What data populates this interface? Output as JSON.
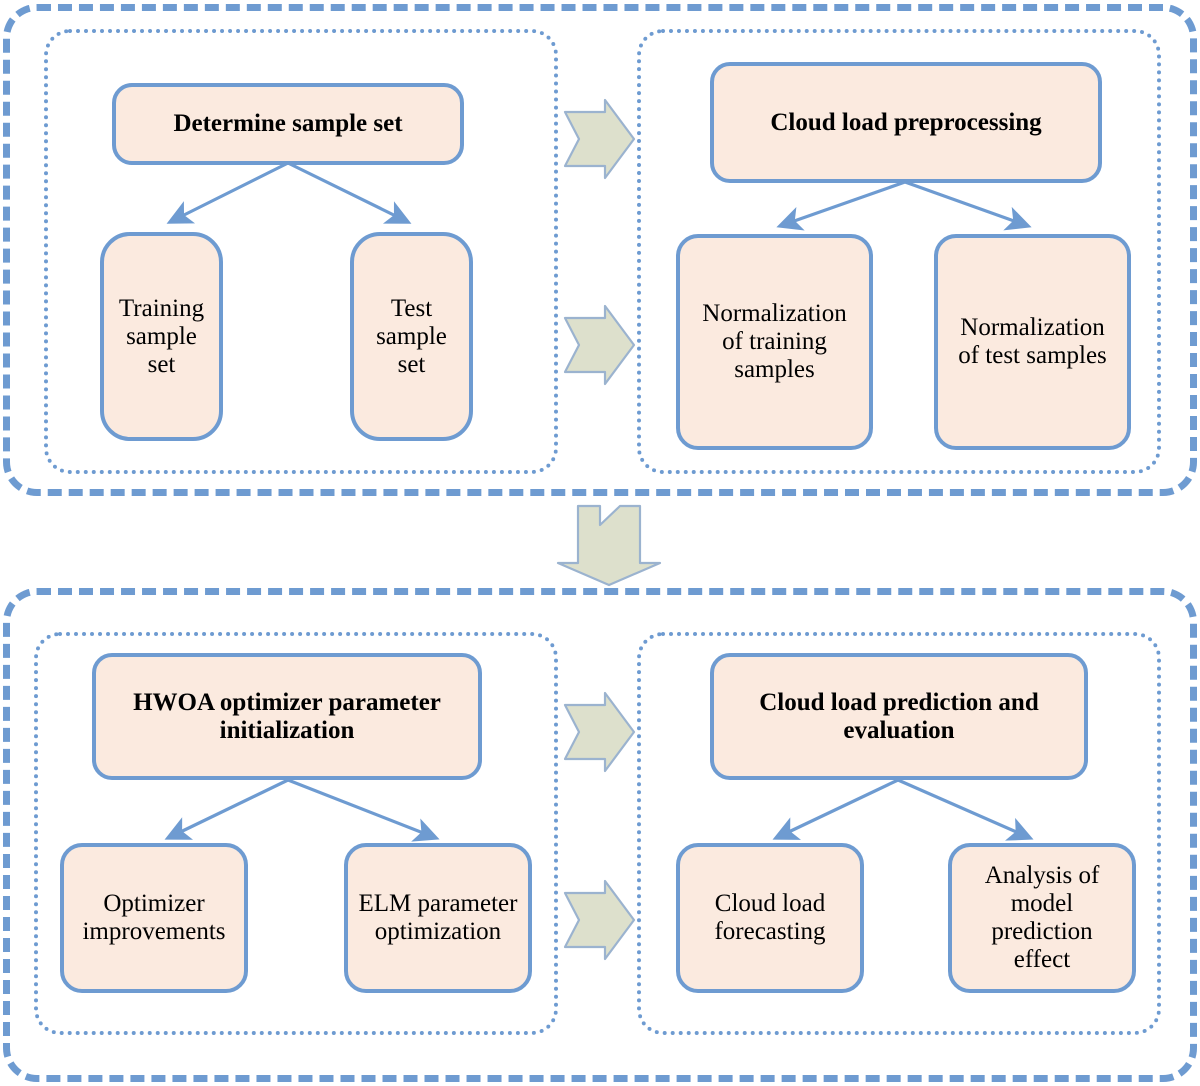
{
  "figure": {
    "type": "flowchart",
    "title": "Cloud load prediction framework flow diagram",
    "colors": {
      "box_fill": "#fbeadf",
      "box_border": "#6e9bd1",
      "panel_border": "#6e9bd1",
      "connector_fill": "#dde0cc",
      "connector_stroke": "#9bb3cf",
      "arrow_stroke": "#6e9bd1",
      "text": "#000000",
      "background": "#ffffff"
    }
  },
  "groups": [
    {
      "id": "group-top",
      "panels": [
        {
          "id": "panel-sample-set",
          "header": {
            "label": "Determine sample set"
          },
          "leaves": [
            {
              "label": "Training\nsample\nset"
            },
            {
              "label": "Test\nsample\nset"
            }
          ]
        },
        {
          "id": "panel-preprocessing",
          "header": {
            "label": "Cloud load preprocessing"
          },
          "leaves": [
            {
              "label": "Normalization\nof training\nsamples"
            },
            {
              "label": "Normalization\nof test samples"
            }
          ]
        }
      ]
    },
    {
      "id": "group-bottom",
      "panels": [
        {
          "id": "panel-hwoa",
          "header": {
            "label": "HWOA optimizer parameter\ninitialization"
          },
          "leaves": [
            {
              "label": "Optimizer\nimprovements"
            },
            {
              "label": "ELM parameter\noptimization"
            }
          ]
        },
        {
          "id": "panel-prediction",
          "header": {
            "label": "Cloud load prediction and\nevaluation"
          },
          "leaves": [
            {
              "label": "Cloud load\nforecasting"
            },
            {
              "label": "Analysis of\nmodel\nprediction\neffect"
            }
          ]
        }
      ]
    }
  ],
  "connectors": [
    {
      "id": "conn-top-header",
      "kind": "notched-arrow-right",
      "from": "Determine sample set",
      "to": "Cloud load preprocessing"
    },
    {
      "id": "conn-top-leaf",
      "kind": "notched-arrow-right",
      "from": "Training/Test sample set",
      "to": "Normalization of samples"
    },
    {
      "id": "conn-group-vertical",
      "kind": "chevron-arrow-down",
      "from": "group-top",
      "to": "group-bottom"
    },
    {
      "id": "conn-bottom-header",
      "kind": "notched-arrow-right",
      "from": "HWOA optimizer parameter initialization",
      "to": "Cloud load prediction and evaluation"
    },
    {
      "id": "conn-bottom-leaf",
      "kind": "notched-arrow-right",
      "from": "Optimizer improvements / ELM parameter optimization",
      "to": "Cloud load forecasting"
    }
  ],
  "branch_arrows": [
    {
      "id": "branch-sample-set",
      "from": "Determine sample set",
      "to_left": "Training sample set",
      "to_right": "Test sample set"
    },
    {
      "id": "branch-preprocessing",
      "from": "Cloud load preprocessing",
      "to_left": "Normalization of training samples",
      "to_right": "Normalization of test samples"
    },
    {
      "id": "branch-hwoa",
      "from": "HWOA optimizer parameter initialization",
      "to_left": "Optimizer improvements",
      "to_right": "ELM parameter optimization"
    },
    {
      "id": "branch-prediction",
      "from": "Cloud load prediction and evaluation",
      "to_left": "Cloud load forecasting",
      "to_right": "Analysis of model prediction effect"
    }
  ]
}
